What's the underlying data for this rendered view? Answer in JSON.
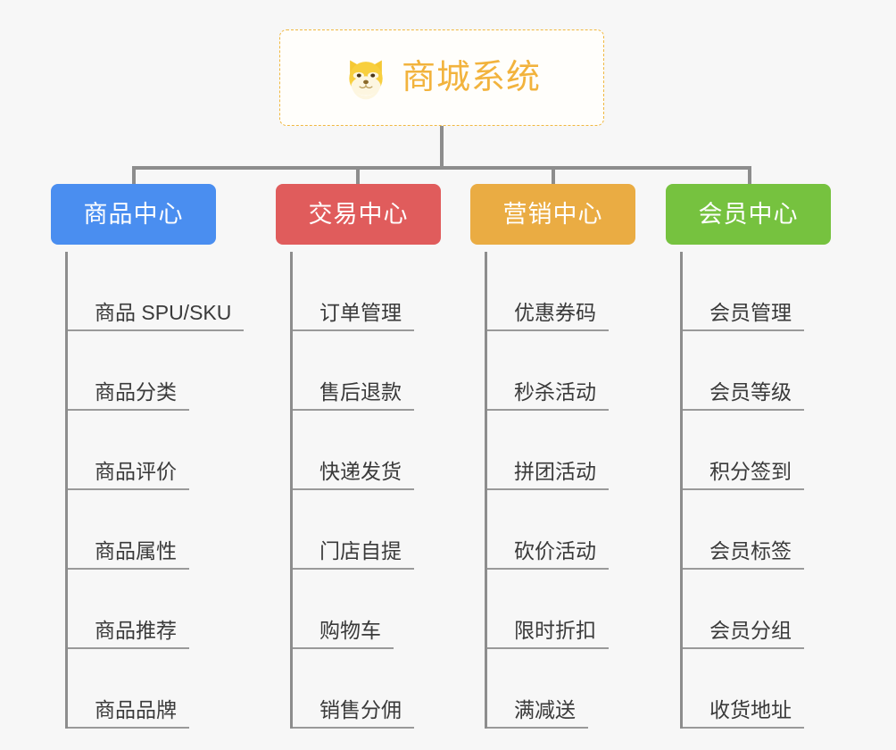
{
  "diagram": {
    "type": "mindmap-tree",
    "background_color": "#f7f7f7",
    "root": {
      "title": "商城系统",
      "icon": "shiba-dog-icon",
      "text_color": "#f2b33d",
      "border_color": "#f0b840",
      "fill_color": "#fffefb"
    },
    "branches": [
      {
        "label": "商品中心",
        "color": "#4a8ef0",
        "items": [
          "商品 SPU/SKU",
          "商品分类",
          "商品评价",
          "商品属性",
          "商品推荐",
          "商品品牌"
        ]
      },
      {
        "label": "交易中心",
        "color": "#e05c5c",
        "items": [
          "订单管理",
          "售后退款",
          "快递发货",
          "门店自提",
          "购物车",
          "销售分佣"
        ]
      },
      {
        "label": "营销中心",
        "color": "#eaac43",
        "items": [
          "优惠券码",
          "秒杀活动",
          "拼团活动",
          "砍价活动",
          "限时折扣",
          "满减送"
        ]
      },
      {
        "label": "会员中心",
        "color": "#76c23f",
        "items": [
          "会员管理",
          "会员等级",
          "积分签到",
          "会员标签",
          "会员分组",
          "收货地址"
        ]
      }
    ],
    "line_color": "#8d8d8d",
    "leaf_text_color": "#3a3a3a",
    "leaf_underline_color": "#9a9a9a"
  }
}
